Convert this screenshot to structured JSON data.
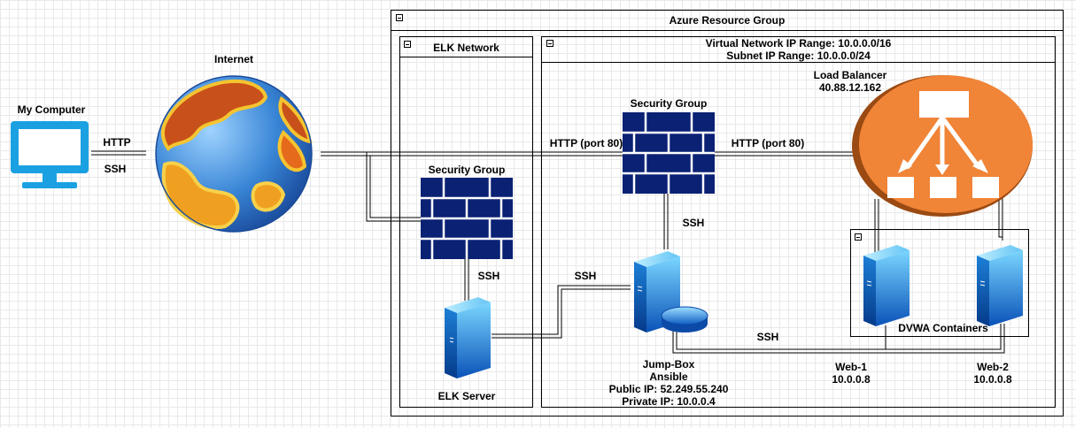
{
  "diagram": {
    "my_computer": "My Computer",
    "internet": "Internet",
    "http": "HTTP",
    "ssh": "SSH",
    "azure_group": "Azure Resource Group",
    "elk_network": "ELK Network",
    "vnet_range": "Virtual Network IP Range: 10.0.0.0/16",
    "subnet_range": "Subnet IP Range: 10.0.0.0/24",
    "security_group": "Security Group",
    "http_port": "HTTP (port 80)",
    "load_balancer": "Load Balancer",
    "lb_ip": "40.88.12.162",
    "elk_server": "ELK Server",
    "jumpbox": {
      "name": "Jump-Box",
      "role": "Ansible",
      "public_ip": "Public IP: 52.249.55.240",
      "private_ip": "Private IP: 10.0.0.4"
    },
    "dvwa": "DVWA Containers",
    "web1": {
      "name": "Web-1",
      "ip": "10.0.0.8"
    },
    "web2": {
      "name": "Web-2",
      "ip": "10.0.0.8"
    }
  },
  "colors": {
    "monitor": "#1ba1e2",
    "firewall": "#0a2174",
    "load_balancer": "#f08437",
    "server_light": "#39b6f2",
    "server_dark": "#0c5fc0",
    "globe_ocean": "#3e8ddd",
    "globe_land": "#f0a020",
    "globe_land_dark": "#c8501a"
  }
}
